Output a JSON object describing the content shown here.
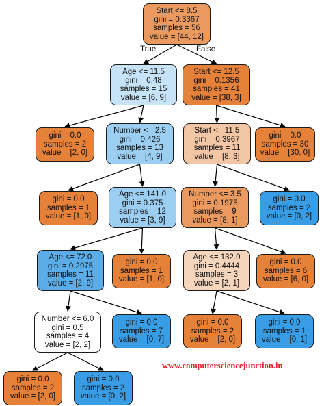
{
  "edge_labels": {
    "true_label": "True",
    "false_label": "False"
  },
  "watermark": "www.computersciencejunction.in",
  "colors": {
    "orange_strong": "#e58139",
    "orange_medium": "#ea9a5f",
    "orange_light": "#f3c6a5",
    "orange_pale": "#f6d5bd",
    "blue_light": "#c6e3f7",
    "blue_medium": "#9ccef2",
    "blue_dark": "#5aade9",
    "blue_strong": "#399de5",
    "white": "#ffffff"
  },
  "nodes": {
    "root": [
      "Start <= 8.5",
      "gini = 0.3367",
      "samples = 56",
      "value = [44, 12]"
    ],
    "n1": [
      "Age <= 11.5",
      "gini = 0.48",
      "samples = 15",
      "value = [6, 9]"
    ],
    "n2": [
      "Start <= 12.5",
      "gini = 0.1356",
      "samples = 41",
      "value = [38, 3]"
    ],
    "n3": [
      "gini = 0.0",
      "samples = 2",
      "value = [2, 0]"
    ],
    "n4": [
      "Number <= 2.5",
      "gini = 0.426",
      "samples = 13",
      "value = [4, 9]"
    ],
    "n5": [
      "Start <= 11.5",
      "gini = 0.3967",
      "samples = 11",
      "value = [8, 3]"
    ],
    "n6": [
      "gini = 0.0",
      "samples = 30",
      "value = [30, 0]"
    ],
    "n7": [
      "gini = 0.0",
      "samples = 1",
      "value = [1, 0]"
    ],
    "n8": [
      "Age <= 141.0",
      "gini = 0.375",
      "samples = 12",
      "value = [3, 9]"
    ],
    "n9": [
      "Number <= 3.5",
      "gini = 0.1975",
      "samples = 9",
      "value = [8, 1]"
    ],
    "n10": [
      "gini = 0.0",
      "samples = 2",
      "value = [0, 2]"
    ],
    "n11": [
      "Age <= 72.0",
      "gini = 0.2975",
      "samples = 11",
      "value = [2, 9]"
    ],
    "n12": [
      "gini = 0.0",
      "samples = 1",
      "value = [1, 0]"
    ],
    "n13": [
      "Age <= 132.0",
      "gini = 0.4444",
      "samples = 3",
      "value = [2, 1]"
    ],
    "n14": [
      "gini = 0.0",
      "samples = 6",
      "value = [6, 0]"
    ],
    "n15": [
      "Number <= 6.0",
      "gini = 0.5",
      "samples = 4",
      "value = [2, 2]"
    ],
    "n16": [
      "gini = 0.0",
      "samples = 7",
      "value = [0, 7]"
    ],
    "n17": [
      "gini = 0.0",
      "samples = 2",
      "value = [2, 0]"
    ],
    "n18": [
      "gini = 0.0",
      "samples = 1",
      "value = [0, 1]"
    ],
    "n19": [
      "gini = 0.0",
      "samples = 2",
      "value = [2, 0]"
    ],
    "n20": [
      "gini = 0.0",
      "samples = 2",
      "value = [0, 2]"
    ]
  }
}
